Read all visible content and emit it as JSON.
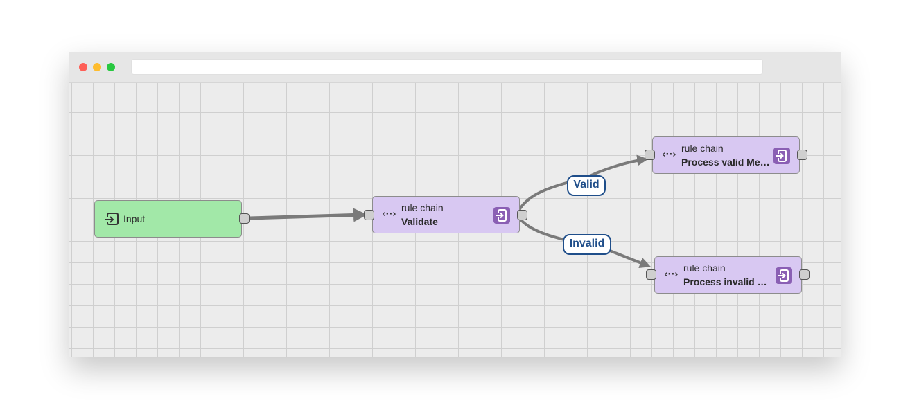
{
  "window": {
    "url": ""
  },
  "colors": {
    "input_node": "#a2e8a8",
    "rule_chain_node": "#d8c8f2",
    "edge": "#7a7a7a",
    "edge_label": "#1f4e8a",
    "jump_button": "#8a5fb4"
  },
  "nodes": {
    "input": {
      "label": "Input",
      "icon": "input-icon"
    },
    "validate": {
      "type": "rule chain",
      "name": "Validate",
      "icon": "code-icon"
    },
    "process_valid": {
      "type": "rule chain",
      "name": "Process valid Messages",
      "icon": "code-icon"
    },
    "process_invalid": {
      "type": "rule chain",
      "name": "Process invalid Messages",
      "icon": "code-icon"
    }
  },
  "edges": {
    "valid": {
      "label": "Valid"
    },
    "invalid": {
      "label": "Invalid"
    }
  }
}
